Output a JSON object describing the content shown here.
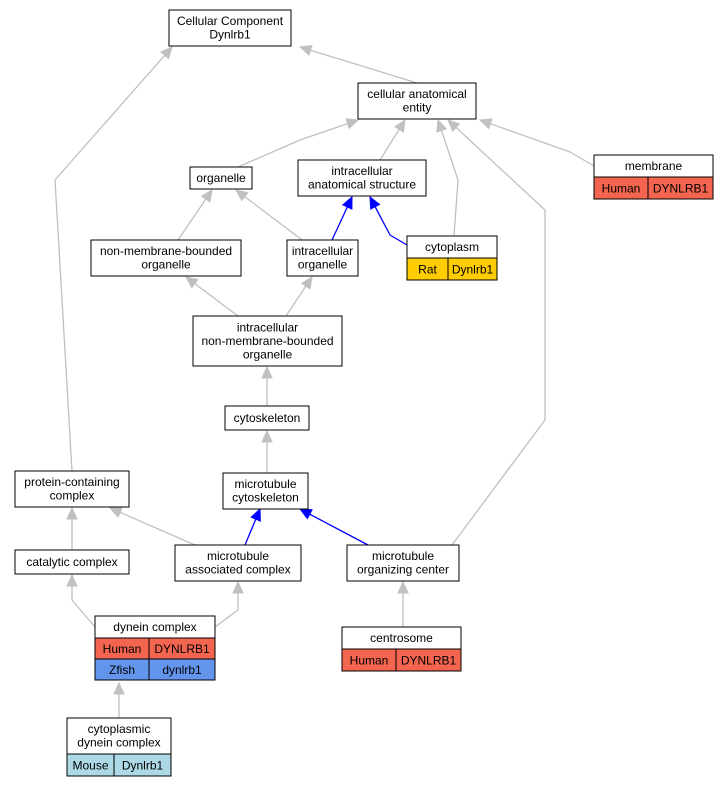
{
  "colors": {
    "edge_gray": "#c0c0c0",
    "edge_blue": "#0000ff",
    "human": "#f4654f",
    "rat": "#ffcc00",
    "zfish": "#6495ed",
    "mouse": "#add8e6"
  },
  "nodes": {
    "root": {
      "lines": [
        "Cellular Component",
        "Dynlrb1"
      ]
    },
    "cae": {
      "lines": [
        "cellular anatomical",
        "entity"
      ]
    },
    "organelle": {
      "lines": [
        "organelle"
      ]
    },
    "ias": {
      "lines": [
        "intracellular",
        "anatomical structure"
      ]
    },
    "membrane": {
      "lines": [
        "membrane"
      ],
      "species": "Human",
      "gene": "DYNLRB1",
      "color": "human"
    },
    "nmbo": {
      "lines": [
        "non-membrane-bounded",
        "organelle"
      ]
    },
    "io": {
      "lines": [
        "intracellular",
        "organelle"
      ]
    },
    "cytoplasm": {
      "lines": [
        "cytoplasm"
      ],
      "species": "Rat",
      "gene": "Dynlrb1",
      "color": "rat"
    },
    "inmbo": {
      "lines": [
        "intracellular",
        "non-membrane-bounded",
        "organelle"
      ]
    },
    "cytoskeleton": {
      "lines": [
        "cytoskeleton"
      ]
    },
    "pcc": {
      "lines": [
        "protein-containing",
        "complex"
      ]
    },
    "mtcyto": {
      "lines": [
        "microtubule",
        "cytoskeleton"
      ]
    },
    "catalytic": {
      "lines": [
        "catalytic complex"
      ]
    },
    "mac": {
      "lines": [
        "microtubule",
        "associated complex"
      ]
    },
    "mtoc": {
      "lines": [
        "microtubule",
        "organizing center"
      ]
    },
    "dynein": {
      "lines": [
        "dynein complex"
      ],
      "rows": [
        {
          "species": "Human",
          "gene": "DYNLRB1",
          "color": "human"
        },
        {
          "species": "Zfish",
          "gene": "dynlrb1",
          "color": "zfish"
        }
      ]
    },
    "centrosome": {
      "lines": [
        "centrosome"
      ],
      "species": "Human",
      "gene": "DYNLRB1",
      "color": "human"
    },
    "cdc": {
      "lines": [
        "cytoplasmic",
        "dynein complex"
      ],
      "species": "Mouse",
      "gene": "Dynlrb1",
      "color": "mouse"
    }
  },
  "edges": [
    {
      "from": "cae",
      "to": "root",
      "color": "edge_gray"
    },
    {
      "from": "pcc",
      "to": "root",
      "color": "edge_gray"
    },
    {
      "from": "organelle",
      "to": "cae",
      "color": "edge_gray"
    },
    {
      "from": "ias",
      "to": "cae",
      "color": "edge_gray"
    },
    {
      "from": "cytoplasm",
      "to": "cae",
      "color": "edge_gray"
    },
    {
      "from": "membrane",
      "to": "cae",
      "color": "edge_gray"
    },
    {
      "from": "mtoc",
      "to": "cae",
      "color": "edge_gray"
    },
    {
      "from": "nmbo",
      "to": "organelle",
      "color": "edge_gray"
    },
    {
      "from": "io",
      "to": "organelle",
      "color": "edge_gray"
    },
    {
      "from": "io",
      "to": "ias",
      "color": "edge_blue"
    },
    {
      "from": "cytoplasm",
      "to": "ias",
      "color": "edge_blue"
    },
    {
      "from": "inmbo",
      "to": "nmbo",
      "color": "edge_gray"
    },
    {
      "from": "inmbo",
      "to": "io",
      "color": "edge_gray"
    },
    {
      "from": "cytoskeleton",
      "to": "inmbo",
      "color": "edge_gray"
    },
    {
      "from": "mtcyto",
      "to": "cytoskeleton",
      "color": "edge_gray"
    },
    {
      "from": "mac",
      "to": "mtcyto",
      "color": "edge_blue"
    },
    {
      "from": "mtoc",
      "to": "mtcyto",
      "color": "edge_blue"
    },
    {
      "from": "catalytic",
      "to": "pcc",
      "color": "edge_gray"
    },
    {
      "from": "mac",
      "to": "pcc",
      "color": "edge_gray"
    },
    {
      "from": "dynein",
      "to": "catalytic",
      "color": "edge_gray"
    },
    {
      "from": "dynein",
      "to": "mac",
      "color": "edge_gray"
    },
    {
      "from": "centrosome",
      "to": "mtoc",
      "color": "edge_gray"
    },
    {
      "from": "cdc",
      "to": "dynein",
      "color": "edge_gray"
    }
  ]
}
